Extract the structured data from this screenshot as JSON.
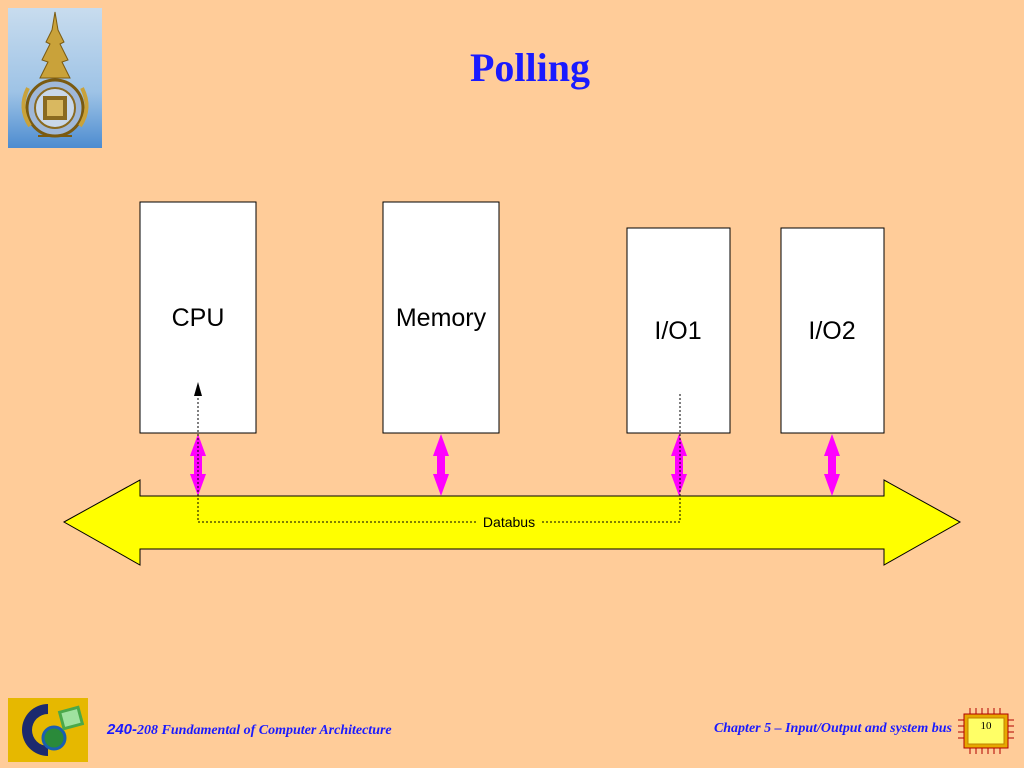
{
  "slide": {
    "title": "Polling",
    "background_color": "#ffcc99",
    "title_color": "#1a1aff"
  },
  "diagram": {
    "components": [
      {
        "id": "cpu",
        "label": "CPU"
      },
      {
        "id": "memory",
        "label": "Memory"
      },
      {
        "id": "io1",
        "label": "I/O1"
      },
      {
        "id": "io2",
        "label": "I/O2"
      }
    ],
    "bus_label": "Databus",
    "bus_color": "#ffff00",
    "connector_color": "#ff00ff"
  },
  "footer": {
    "course_number": "240-",
    "course_rest": "208 Fundamental of Computer Architecture",
    "chapter": "Chapter 5 – Input/Output and system bus",
    "page_number": "10"
  },
  "icons": {
    "top_logo": "university-emblem-icon",
    "footer_logo": "department-logo-icon",
    "page_chip": "microchip-icon"
  }
}
